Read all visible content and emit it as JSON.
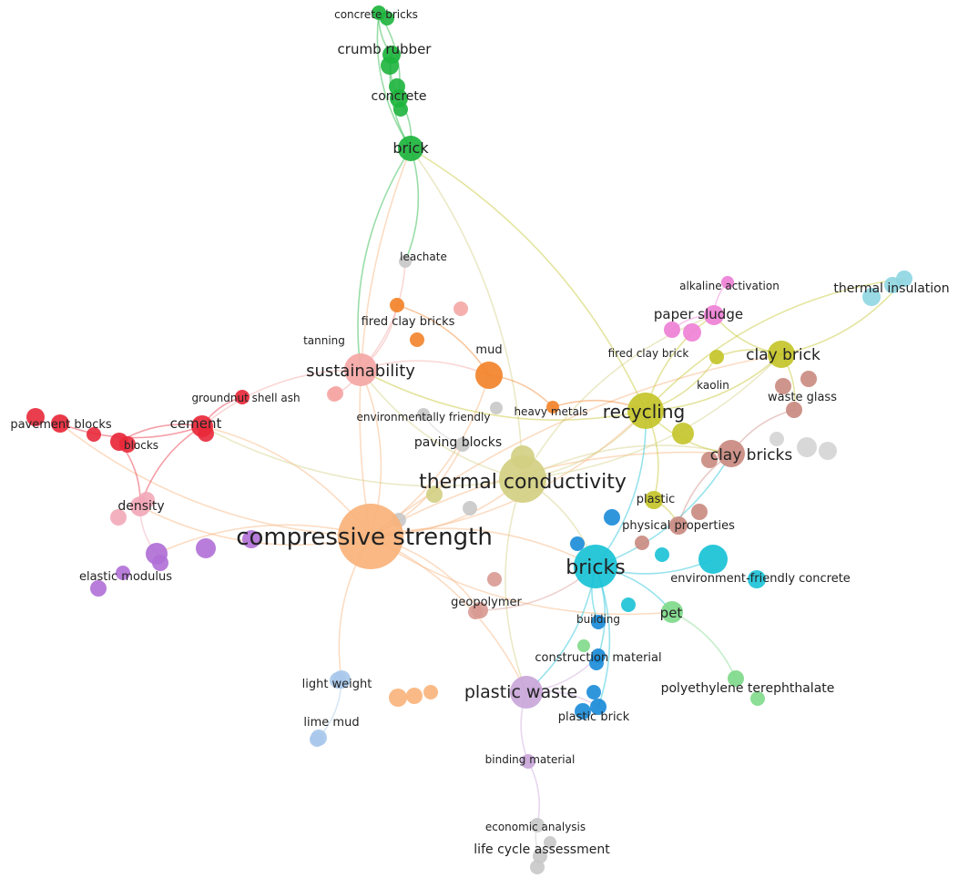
{
  "nodes": [
    {
      "id": "compressive_strength",
      "label": "compressive strength",
      "size": 5,
      "cluster": "orange",
      "color": "#F9B27A"
    },
    {
      "id": "thermal_conductivity",
      "label": "thermal conductivity",
      "size": 4,
      "cluster": "yellow",
      "color": "#D2CF82"
    },
    {
      "id": "bricks",
      "label": "bricks",
      "size": 4,
      "cluster": "cyan",
      "color": "#18C2D6"
    },
    {
      "id": "recycling",
      "label": "recycling",
      "size": 3,
      "cluster": "yellow",
      "color": "#C4C42A"
    },
    {
      "id": "plastic_waste",
      "label": "plastic waste",
      "size": 3,
      "cluster": "lavender",
      "color": "#C9A6D9"
    },
    {
      "id": "sustainability",
      "label": "sustainability",
      "size": 3,
      "cluster": "pink",
      "color": "#F4A7A5"
    },
    {
      "id": "brick",
      "label": "brick",
      "size": 3,
      "cluster": "green",
      "color": "#1DB43D"
    },
    {
      "id": "clay_bricks",
      "label": "clay bricks",
      "size": 3,
      "cluster": "brown",
      "color": "#C98A80"
    },
    {
      "id": "clay_brick",
      "label": "clay brick",
      "size": 3,
      "cluster": "yellow",
      "color": "#C4C42A"
    },
    {
      "id": "cement",
      "label": "cement",
      "size": 2,
      "cluster": "red",
      "color": "#E8283A"
    },
    {
      "id": "density",
      "label": "density",
      "size": 2,
      "cluster": "pink",
      "color": "#F2A8B8"
    },
    {
      "id": "paper_sludge",
      "label": "paper sludge",
      "size": 2,
      "cluster": "magenta",
      "color": "#EE80D6"
    },
    {
      "id": "pet",
      "label": "pet",
      "size": 2,
      "cluster": "lightgreen",
      "color": "#7FD98A"
    },
    {
      "id": "mud",
      "label": "mud",
      "size": 2,
      "cluster": "orange",
      "color": "#F2832A"
    },
    {
      "id": "environment_friendly_concrete",
      "label": "environment-friendly concrete",
      "size": 1,
      "cluster": "cyan",
      "color": "#18C2D6"
    },
    {
      "id": "crumb_rubber",
      "label": "crumb rubber",
      "size": 1,
      "cluster": "green",
      "color": "#1DB43D"
    },
    {
      "id": "concrete",
      "label": "concrete",
      "size": 1,
      "cluster": "green",
      "color": "#1DB43D"
    },
    {
      "id": "concrete_bricks",
      "label": "concrete bricks",
      "size": 1,
      "cluster": "green",
      "color": "#1DB43D"
    },
    {
      "id": "leachate",
      "label": "leachate",
      "size": 1,
      "cluster": "grey",
      "color": "#C8C8C8"
    },
    {
      "id": "alkaline_activation",
      "label": "alkaline activation",
      "size": 1,
      "cluster": "magenta",
      "color": "#EE80D6"
    },
    {
      "id": "thermal_insulation",
      "label": "thermal insulation",
      "size": 1,
      "cluster": "lightblue",
      "color": "#8ED6E2"
    },
    {
      "id": "fired_clay_bricks",
      "label": "fired clay bricks",
      "size": 1,
      "cluster": "orange",
      "color": "#F2832A"
    },
    {
      "id": "fired_clay_brick",
      "label": "fired clay brick",
      "size": 1,
      "cluster": "magenta",
      "color": "#EE80D6"
    },
    {
      "id": "tanning",
      "label": "tanning",
      "size": 1,
      "cluster": "pink",
      "color": "#F4A7A5"
    },
    {
      "id": "kaolin",
      "label": "kaolin",
      "size": 1,
      "cluster": "yellow",
      "color": "#C4C42A"
    },
    {
      "id": "waste_glass",
      "label": "waste glass",
      "size": 1,
      "cluster": "brown",
      "color": "#C98A80"
    },
    {
      "id": "groundnut_shell_ash",
      "label": "groundnut shell ash",
      "size": 1,
      "cluster": "red",
      "color": "#E8283A"
    },
    {
      "id": "environmentally_friendly",
      "label": "environmentally friendly",
      "size": 1,
      "cluster": "grey",
      "color": "#C8C8C8"
    },
    {
      "id": "heavy_metals",
      "label": "heavy metals",
      "size": 1,
      "cluster": "orange",
      "color": "#F2832A"
    },
    {
      "id": "pavement_blocks",
      "label": "pavement blocks",
      "size": 1,
      "cluster": "red",
      "color": "#E8283A"
    },
    {
      "id": "blocks",
      "label": "blocks",
      "size": 1,
      "cluster": "red",
      "color": "#E8283A"
    },
    {
      "id": "paving_blocks",
      "label": "paving blocks",
      "size": 1,
      "cluster": "grey",
      "color": "#C8C8C8"
    },
    {
      "id": "plastic",
      "label": "plastic",
      "size": 1,
      "cluster": "yellow",
      "color": "#C4C42A"
    },
    {
      "id": "physical_properties",
      "label": "physical properties",
      "size": 1,
      "cluster": "brown",
      "color": "#C98A80"
    },
    {
      "id": "elastic_modulus",
      "label": "elastic modulus",
      "size": 1,
      "cluster": "purple",
      "color": "#B06FD6"
    },
    {
      "id": "geopolymer",
      "label": "geopolymer",
      "size": 1,
      "cluster": "brown",
      "color": "#D89A92"
    },
    {
      "id": "building",
      "label": "building",
      "size": 1,
      "cluster": "blue",
      "color": "#1A8BD8"
    },
    {
      "id": "construction_material",
      "label": "construction material",
      "size": 1,
      "cluster": "blue",
      "color": "#1A8BD8"
    },
    {
      "id": "polyethylene_terephthalate",
      "label": "polyethylene terephthalate",
      "size": 1,
      "cluster": "lightgreen",
      "color": "#7FD98A"
    },
    {
      "id": "light_weight",
      "label": "light weight",
      "size": 1,
      "cluster": "skyblue",
      "color": "#A8C8EA"
    },
    {
      "id": "lime_mud",
      "label": "lime mud",
      "size": 1,
      "cluster": "skyblue",
      "color": "#A8C8EA"
    },
    {
      "id": "plastic_brick",
      "label": "plastic brick",
      "size": 1,
      "cluster": "blue",
      "color": "#1A8BD8"
    },
    {
      "id": "binding_material",
      "label": "binding material",
      "size": 1,
      "cluster": "lavender",
      "color": "#C9A6D9"
    },
    {
      "id": "economic_analysis",
      "label": "economic analysis",
      "size": 1,
      "cluster": "grey",
      "color": "#C8C8C8"
    },
    {
      "id": "life_cycle_assessment",
      "label": "life cycle assessment",
      "size": 1,
      "cluster": "grey",
      "color": "#C8C8C8"
    }
  ],
  "links": [
    [
      "compressive_strength",
      "thermal_conductivity"
    ],
    [
      "compressive_strength",
      "bricks"
    ],
    [
      "compressive_strength",
      "recycling"
    ],
    [
      "compressive_strength",
      "plastic_waste"
    ],
    [
      "compressive_strength",
      "sustainability"
    ],
    [
      "compressive_strength",
      "brick"
    ],
    [
      "compressive_strength",
      "cement"
    ],
    [
      "compressive_strength",
      "density"
    ],
    [
      "compressive_strength",
      "elastic_modulus"
    ],
    [
      "compressive_strength",
      "clay_bricks"
    ],
    [
      "compressive_strength",
      "mud"
    ],
    [
      "compressive_strength",
      "pavement_blocks"
    ],
    [
      "compressive_strength",
      "light_weight"
    ],
    [
      "compressive_strength",
      "geopolymer"
    ],
    [
      "compressive_strength",
      "paving_blocks"
    ],
    [
      "compressive_strength",
      "clay_brick"
    ],
    [
      "compressive_strength",
      "pet"
    ],
    [
      "thermal_conductivity",
      "bricks"
    ],
    [
      "thermal_conductivity",
      "recycling"
    ],
    [
      "thermal_conductivity",
      "clay_bricks"
    ],
    [
      "thermal_conductivity",
      "brick"
    ],
    [
      "thermal_conductivity",
      "sustainability"
    ],
    [
      "thermal_conductivity",
      "plastic_waste"
    ],
    [
      "thermal_conductivity",
      "paper_sludge"
    ],
    [
      "thermal_conductivity",
      "clay_brick"
    ],
    [
      "thermal_conductivity",
      "cement"
    ],
    [
      "bricks",
      "recycling"
    ],
    [
      "bricks",
      "plastic_waste"
    ],
    [
      "bricks",
      "environment_friendly_concrete"
    ],
    [
      "bricks",
      "pet"
    ],
    [
      "bricks",
      "building"
    ],
    [
      "bricks",
      "construction_material"
    ],
    [
      "bricks",
      "clay_bricks"
    ],
    [
      "bricks",
      "plastic_brick"
    ],
    [
      "recycling",
      "clay_brick"
    ],
    [
      "recycling",
      "paper_sludge"
    ],
    [
      "recycling",
      "clay_bricks"
    ],
    [
      "recycling",
      "sustainability"
    ],
    [
      "recycling",
      "brick"
    ],
    [
      "recycling",
      "thermal_insulation"
    ],
    [
      "recycling",
      "kaolin"
    ],
    [
      "recycling",
      "plastic"
    ],
    [
      "sustainability",
      "cement"
    ],
    [
      "sustainability",
      "mud"
    ],
    [
      "sustainability",
      "fired_clay_bricks"
    ],
    [
      "sustainability",
      "tanning"
    ],
    [
      "sustainability",
      "leachate"
    ],
    [
      "brick",
      "crumb_rubber"
    ],
    [
      "brick",
      "concrete"
    ],
    [
      "brick",
      "concrete_bricks"
    ],
    [
      "brick",
      "sustainability"
    ],
    [
      "brick",
      "leachate"
    ],
    [
      "crumb_rubber",
      "concrete"
    ],
    [
      "crumb_rubber",
      "concrete_bricks"
    ],
    [
      "concrete",
      "concrete_bricks"
    ],
    [
      "cement",
      "pavement_blocks"
    ],
    [
      "cement",
      "blocks"
    ],
    [
      "cement",
      "groundnut_shell_ash"
    ],
    [
      "cement",
      "density"
    ],
    [
      "blocks",
      "density"
    ],
    [
      "density",
      "elastic_modulus"
    ],
    [
      "clay_brick",
      "paper_sludge"
    ],
    [
      "clay_brick",
      "thermal_insulation"
    ],
    [
      "clay_brick",
      "waste_glass"
    ],
    [
      "clay_brick",
      "kaolin"
    ],
    [
      "paper_sludge",
      "alkaline_activation"
    ],
    [
      "paper_sludge",
      "fired_clay_brick"
    ],
    [
      "clay_bricks",
      "waste_glass"
    ],
    [
      "clay_bricks",
      "physical_properties"
    ],
    [
      "mud",
      "heavy_metals"
    ],
    [
      "mud",
      "fired_clay_bricks"
    ],
    [
      "pet",
      "polyethylene_terephthalate"
    ],
    [
      "plastic_waste",
      "binding_material"
    ],
    [
      "plastic_waste",
      "plastic_brick"
    ],
    [
      "plastic_waste",
      "construction_material"
    ],
    [
      "binding_material",
      "economic_analysis"
    ],
    [
      "economic_analysis",
      "life_cycle_assessment"
    ],
    [
      "light_weight",
      "lime_mud"
    ],
    [
      "geopolymer",
      "bricks"
    ],
    [
      "heavy_metals",
      "recycling"
    ],
    [
      "environmentally_friendly",
      "paving_blocks"
    ],
    [
      "plastic",
      "physical_properties"
    ]
  ]
}
